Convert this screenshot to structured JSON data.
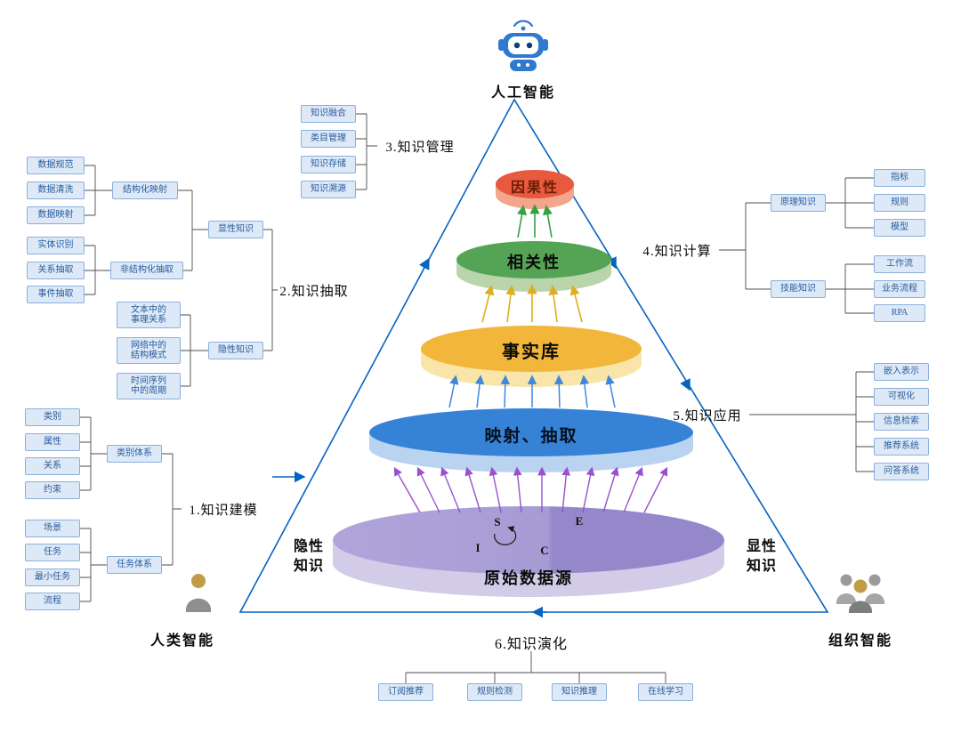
{
  "ai": {
    "label": "人工智能"
  },
  "corners": {
    "human": "人类智能",
    "org": "组织智能"
  },
  "pyramid": {
    "layers": {
      "causality": "因果性",
      "correlation": "相关性",
      "facts": "事实库",
      "mapping": "映射、抽取",
      "raw": "原始数据源"
    },
    "implicit": "隐性\n知识",
    "explicit": "显性\n知识",
    "letters": {
      "s": "S",
      "e": "E",
      "i": "I",
      "c": "C"
    }
  },
  "modeling": {
    "title": "1.知识建模",
    "category_parent": "类别体系",
    "category_items": [
      "类别",
      "属性",
      "关系",
      "约束"
    ],
    "task_parent": "任务体系",
    "task_items": [
      "场景",
      "任务",
      "最小任务",
      "流程"
    ]
  },
  "extraction": {
    "title": "2.知识抽取",
    "structured_parent": "结构化映射",
    "structured_items": [
      "数据规范",
      "数据清洗",
      "数据映射"
    ],
    "unstructured_parent": "非结构化抽取",
    "unstructured_items": [
      "实体识别",
      "关系抽取",
      "事件抽取"
    ],
    "explicit": "显性知识",
    "implicit": "隐性知识",
    "implicit_items": [
      "文本中的\n事理关系",
      "网络中的\n结构模式",
      "时间序列\n中的周期"
    ]
  },
  "management": {
    "title": "3.知识管理",
    "items": [
      "知识融合",
      "类目管理",
      "知识存储",
      "知识溯源"
    ]
  },
  "computation": {
    "title": "4.知识计算",
    "principle_parent": "原理知识",
    "principle_items": [
      "指标",
      "规则",
      "模型"
    ],
    "skill_parent": "技能知识",
    "skill_items": [
      "工作流",
      "业务流程",
      "RPA"
    ]
  },
  "application": {
    "title": "5.知识应用",
    "items": [
      "嵌入表示",
      "可视化",
      "信息检索",
      "推荐系统",
      "问答系统"
    ]
  },
  "evolution": {
    "title": "6.知识演化",
    "items": [
      "订阅推荐",
      "规则检测",
      "知识推理",
      "在线学习"
    ]
  },
  "colors": {
    "outline_blue": "#0563c1",
    "node_fill": "#dde9f7",
    "node_border": "#8ab0dd",
    "node_text": "#2a5c9c",
    "arrow_purple": "#9b50d0",
    "arrow_blue": "#3e87de",
    "arrow_yellow": "#ddae20",
    "arrow_green": "#33a23f",
    "disk_causality": "#e8593f",
    "disk_causality_side": "#f3a68e",
    "disk_causality_text": "#6b1f04",
    "disk_correlation": "#55a355",
    "disk_correlation_side": "#bad4ab",
    "disk_facts": "#f2b63b",
    "disk_facts_side": "#f9e4a9",
    "disk_mapping": "#3582d6",
    "disk_mapping_side": "#b9d3f0",
    "disk_raw": "#a59cd6",
    "disk_raw_side": "#d2cce9"
  }
}
